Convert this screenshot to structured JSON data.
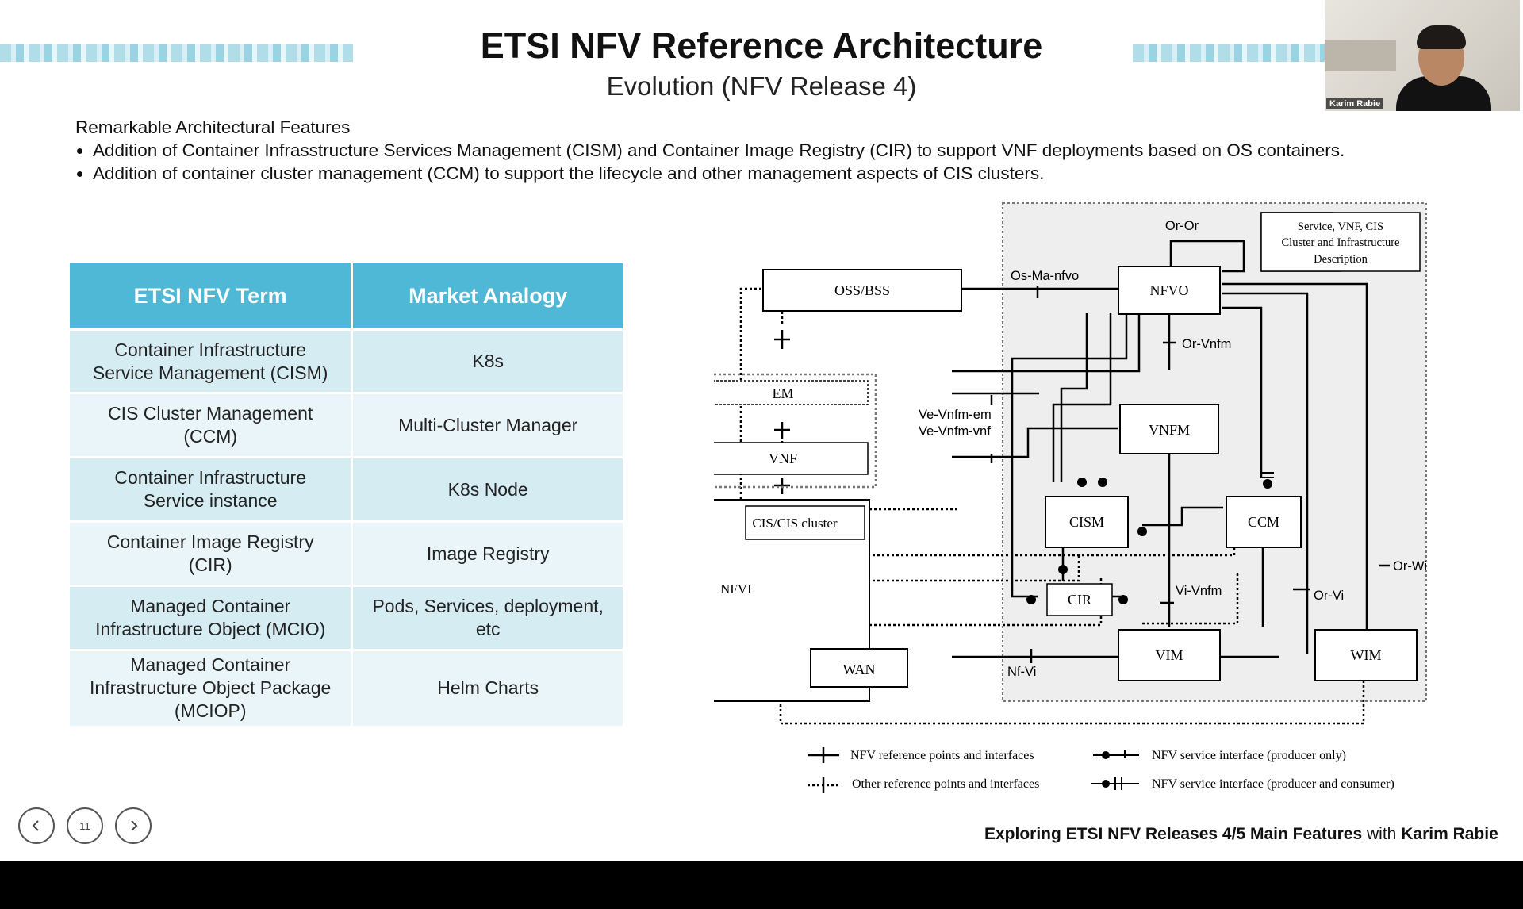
{
  "slide": {
    "title": "ETSI NFV Reference Architecture",
    "subtitle": "Evolution (NFV Release 4)",
    "features_heading": "Remarkable Architectural Features",
    "features": [
      "Addition of Container Infrasstructure Services Management (CISM) and Container Image Registry (CIR) to support VNF deployments based on OS containers.",
      "Addition of container cluster management (CCM) to support the lifecycle and other management aspects of CIS clusters."
    ]
  },
  "table": {
    "headers": [
      "ETSI NFV Term",
      "Market Analogy"
    ],
    "rows": [
      {
        "term": [
          "Container Infrastructure",
          "Service Management (CISM)"
        ],
        "analogy": [
          "K8s"
        ]
      },
      {
        "term": [
          "CIS Cluster Management",
          "(CCM)"
        ],
        "analogy": [
          "Multi-Cluster Manager"
        ]
      },
      {
        "term": [
          "Container Infrastructure",
          "Service instance"
        ],
        "analogy": [
          "K8s Node"
        ]
      },
      {
        "term": [
          "Container Image Registry",
          "(CIR)"
        ],
        "analogy": [
          "Image Registry"
        ]
      },
      {
        "term": [
          "Managed Container",
          "Infrastructure Object (MCIO)"
        ],
        "analogy": [
          "Pods, Services, deployment,",
          "etc"
        ]
      },
      {
        "term": [
          "Managed Container",
          "Infrastructure Object Package",
          "(MCIOP)"
        ],
        "analogy": [
          "Helm Charts"
        ]
      }
    ]
  },
  "diagram": {
    "description_box": [
      "Service, VNF, CIS",
      "Cluster and Infrastructure",
      "Description"
    ],
    "blocks": {
      "oss": "OSS/BSS",
      "nfvo": "NFVO",
      "em": "EM",
      "vnf": "VNF",
      "vnfm": "VNFM",
      "cis": "CIS/CIS cluster",
      "cism": "CISM",
      "ccm": "CCM",
      "cir": "CIR",
      "vim": "VIM",
      "wim": "WIM",
      "wan": "WAN",
      "nfvi": "NFVI"
    },
    "interfaces": {
      "or_or": "Or-Or",
      "os_ma": "Os-Ma-nfvo",
      "or_vnfm": "Or-Vnfm",
      "ve_em": "Ve-Vnfm-em",
      "ve_vnf": "Ve-Vnfm-vnf",
      "or_wi": "Or-Wi",
      "vi_vnfm": "Vi-Vnfm",
      "or_vi": "Or-Vi",
      "nf_vi": "Nf-Vi"
    },
    "legend": [
      "NFV reference points and interfaces",
      "Other reference points and interfaces",
      "NFV service interface (producer only)",
      "NFV service interface (producer and consumer)"
    ]
  },
  "webcam": {
    "name": "Karim Rabie"
  },
  "nav": {
    "page": "11",
    "prev_icon": "chevron-left-icon",
    "next_icon": "chevron-right-icon"
  },
  "footer": {
    "title": "Exploring ETSI NFV Releases 4/5 Main Features",
    "with": "with",
    "presenter": "Karim Rabie"
  }
}
